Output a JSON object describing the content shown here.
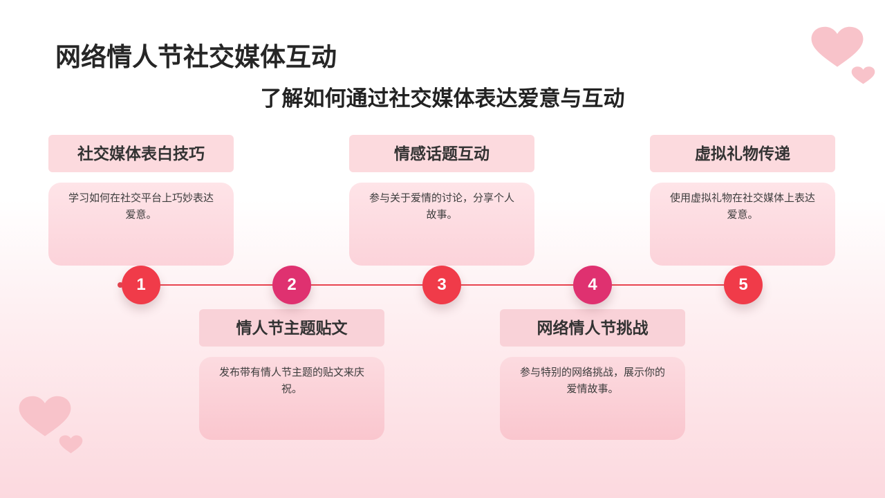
{
  "slide": {
    "title": "网络情人节社交媒体互动",
    "subtitle": "了解如何通过社交媒体表达爱意与互动"
  },
  "timeline": {
    "line_color": "#e8444f",
    "steps": [
      {
        "number": "1",
        "title": "社交媒体表白技巧",
        "description": "学习如何在社交平台上巧妙表达爱意。",
        "color": "#f03b49"
      },
      {
        "number": "2",
        "title": "情人节主题贴文",
        "description": "发布带有情人节主题的贴文来庆祝。",
        "color": "#df3170"
      },
      {
        "number": "3",
        "title": "情感话题互动",
        "description": "参与关于爱情的讨论，分享个人故事。",
        "color": "#f03b49"
      },
      {
        "number": "4",
        "title": "网络情人节挑战",
        "description": "参与特别的网络挑战，展示你的爱情故事。",
        "color": "#df3170"
      },
      {
        "number": "5",
        "title": "虚拟礼物传递",
        "description": "使用虚拟礼物在社交媒体上表达爱意。",
        "color": "#f03b49"
      }
    ]
  },
  "decorations": {
    "icon": "heart-icon",
    "color": "#f8c3ca"
  }
}
